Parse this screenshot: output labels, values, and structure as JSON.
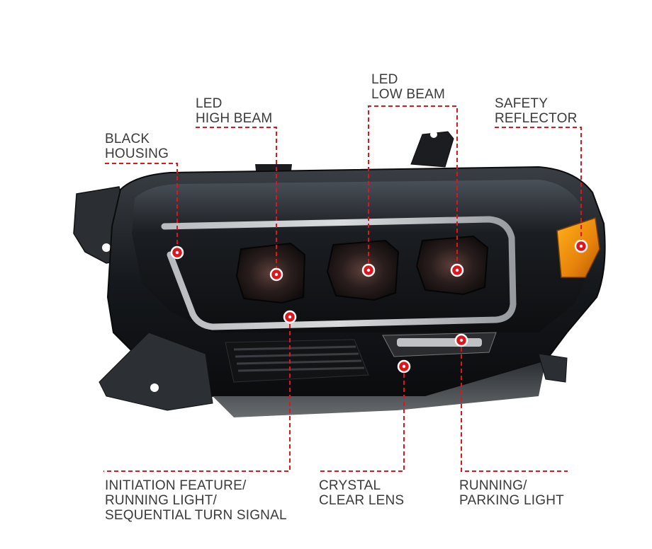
{
  "diagram": {
    "product": "headlight assembly",
    "accent_color": "#e0141b",
    "callouts": [
      {
        "id": "black-housing",
        "lines": [
          "BLACK",
          "HOUSING"
        ]
      },
      {
        "id": "led-high-beam",
        "lines": [
          "LED",
          "HIGH BEAM"
        ]
      },
      {
        "id": "led-low-beam",
        "lines": [
          "LED",
          "LOW BEAM"
        ]
      },
      {
        "id": "safety-reflector",
        "lines": [
          "SAFETY",
          "REFLECTOR"
        ]
      },
      {
        "id": "initiation-feature",
        "lines": [
          "INITIATION FEATURE/",
          "RUNNING LIGHT/",
          "SEQUENTIAL TURN SIGNAL"
        ]
      },
      {
        "id": "crystal-clear-lens",
        "lines": [
          "CRYSTAL",
          "CLEAR LENS"
        ]
      },
      {
        "id": "running-parking-light",
        "lines": [
          "RUNNING/",
          "PARKING LIGHT"
        ]
      }
    ]
  }
}
